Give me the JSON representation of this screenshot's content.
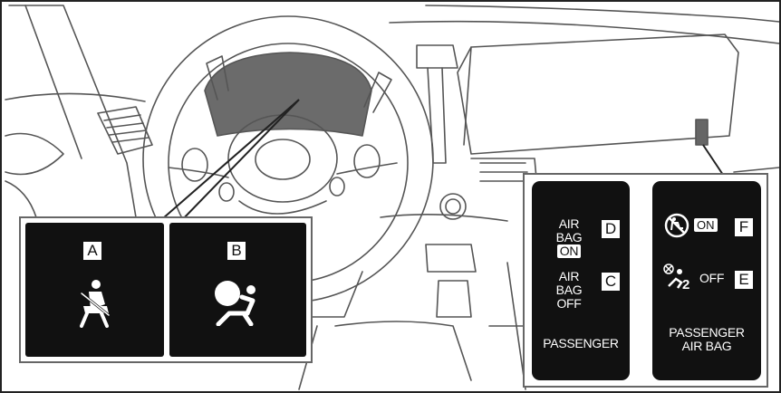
{
  "colors": {
    "panel_bg": "#111111",
    "frame": "#777777",
    "illustration_bg": "#ffffff"
  },
  "left_callout": {
    "indicator_a": {
      "letter": "A",
      "icon": "seatbelt-reminder-icon"
    },
    "indicator_b": {
      "letter": "B",
      "icon": "srs-airbag-warning-icon"
    }
  },
  "passenger_panel": {
    "airbag_on_line1": "AIR BAG",
    "airbag_on_pill": "ON",
    "letter_d": "D",
    "airbag_off_line1": "AIR BAG",
    "airbag_off_line2": "OFF",
    "letter_c": "C",
    "footer": "PASSENGER"
  },
  "passenger_airbag_panel": {
    "on_pill": "ON",
    "on_icon": "passenger-airbag-no-child-seat-icon",
    "letter_f": "F",
    "off_label": "OFF",
    "off_icon": "passenger-airbag-off-icon",
    "off_subscript": "2",
    "letter_e": "E",
    "footer_line1": "PASSENGER",
    "footer_line2": "AIR BAG"
  }
}
